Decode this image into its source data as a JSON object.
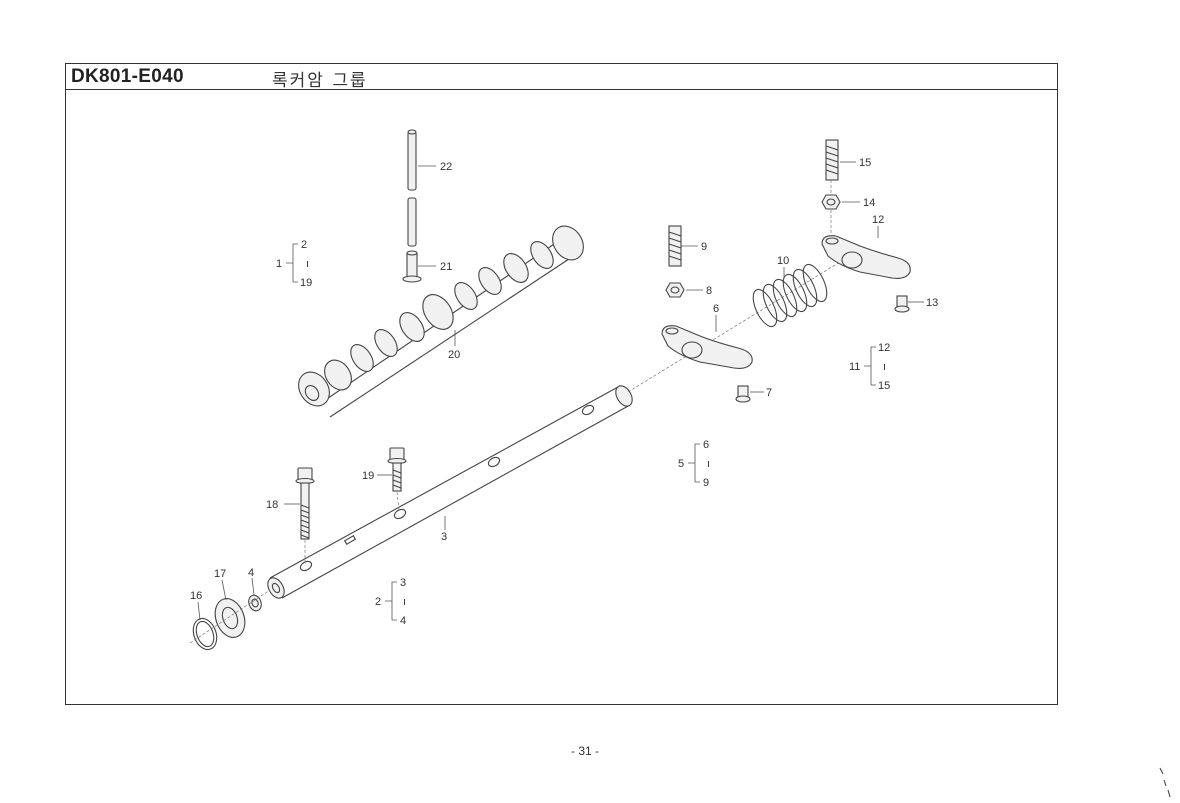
{
  "header": {
    "code": "DK801-E040",
    "title": "록커암 그룹"
  },
  "page_number": "- 31 -",
  "callouts": {
    "c1": "1",
    "c2a": "2",
    "c19a": "19",
    "c2": "2",
    "c3a": "3",
    "c4a": "4",
    "c3": "3",
    "c4": "4",
    "c5": "5",
    "c6a": "6",
    "c9a": "9",
    "c6": "6",
    "c7": "7",
    "c8": "8",
    "c9": "9",
    "c10": "10",
    "c11": "11",
    "c12a": "12",
    "c15a": "15",
    "c12": "12",
    "c13": "13",
    "c14": "14",
    "c15": "15",
    "c16": "16",
    "c17": "17",
    "c18": "18",
    "c19": "19",
    "c20": "20",
    "c21": "21",
    "c22": "22"
  },
  "colors": {
    "line": "#444444",
    "frame": "#333333",
    "paper": "#ffffff"
  }
}
